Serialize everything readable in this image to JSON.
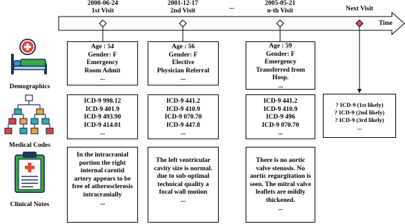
{
  "timeline": {
    "time_label": "Time",
    "ellipsis": "...",
    "visits": [
      {
        "date": "2000-06-24",
        "name": "1st Visit"
      },
      {
        "date": "2001-12-17",
        "name": "2nd Visit"
      },
      {
        "date": "2005-05-21",
        "name": "n-th Visit"
      }
    ],
    "next_visit": "Next Visit",
    "colors": {
      "visit_marker": "#ffffff",
      "next_marker": "#e0506a"
    }
  },
  "categories": {
    "demographics": "Demographics",
    "medical_codes": "Medical Codes",
    "clinical_notes": "Clinical Notes"
  },
  "demographics_boxes": [
    [
      "Age : 54",
      "Gender: F",
      "Emergency",
      "Room Admit",
      "..."
    ],
    [
      "Age : 56",
      "Gender: F",
      "Elective",
      "Physician Referral",
      "..."
    ],
    [
      "Age : 59",
      "Gender: F",
      "Emergency",
      "Transferred from",
      "Hosp.",
      "..."
    ]
  ],
  "code_boxes": [
    [
      "ICD-9 998.12",
      "ICD-9 401.9",
      "ICD-9 493.90",
      "ICD-9 414.01",
      "..."
    ],
    [
      "ICD-9 441.2",
      "ICD-9 410.9",
      "ICD-9 070.70",
      "ICD-9 447.8",
      "..."
    ],
    [
      "ICD-9 441.2",
      "ICD-9 410.9",
      "ICD-9 496",
      "ICD-9 070.70",
      "..."
    ]
  ],
  "note_boxes": [
    [
      "In the intracranial portion the right internal carotid artery appears to be free of atherosclerosis intracranially",
      "..."
    ],
    [
      "The left ventricular cavity size is normal.",
      "due to sub-optimal technical quality a focal wall motion",
      "..."
    ],
    [
      "There is no aortic valve stenosis. No aortic regurgitation is seen. The mitral valve leaflets are mildly thickened.",
      "..."
    ]
  ],
  "prediction_box": [
    "? ICD-9 (1st likely)",
    "? ICD-9 (2nd likely)",
    "? ICD-9 (3rd likely)",
    "..."
  ],
  "icon_colors": {
    "red": "#e0443c",
    "green": "#3aa845",
    "blue": "#3c8ed8",
    "navy": "#1d3557",
    "orange": "#f2a23a",
    "teal": "#2bb3b0"
  }
}
